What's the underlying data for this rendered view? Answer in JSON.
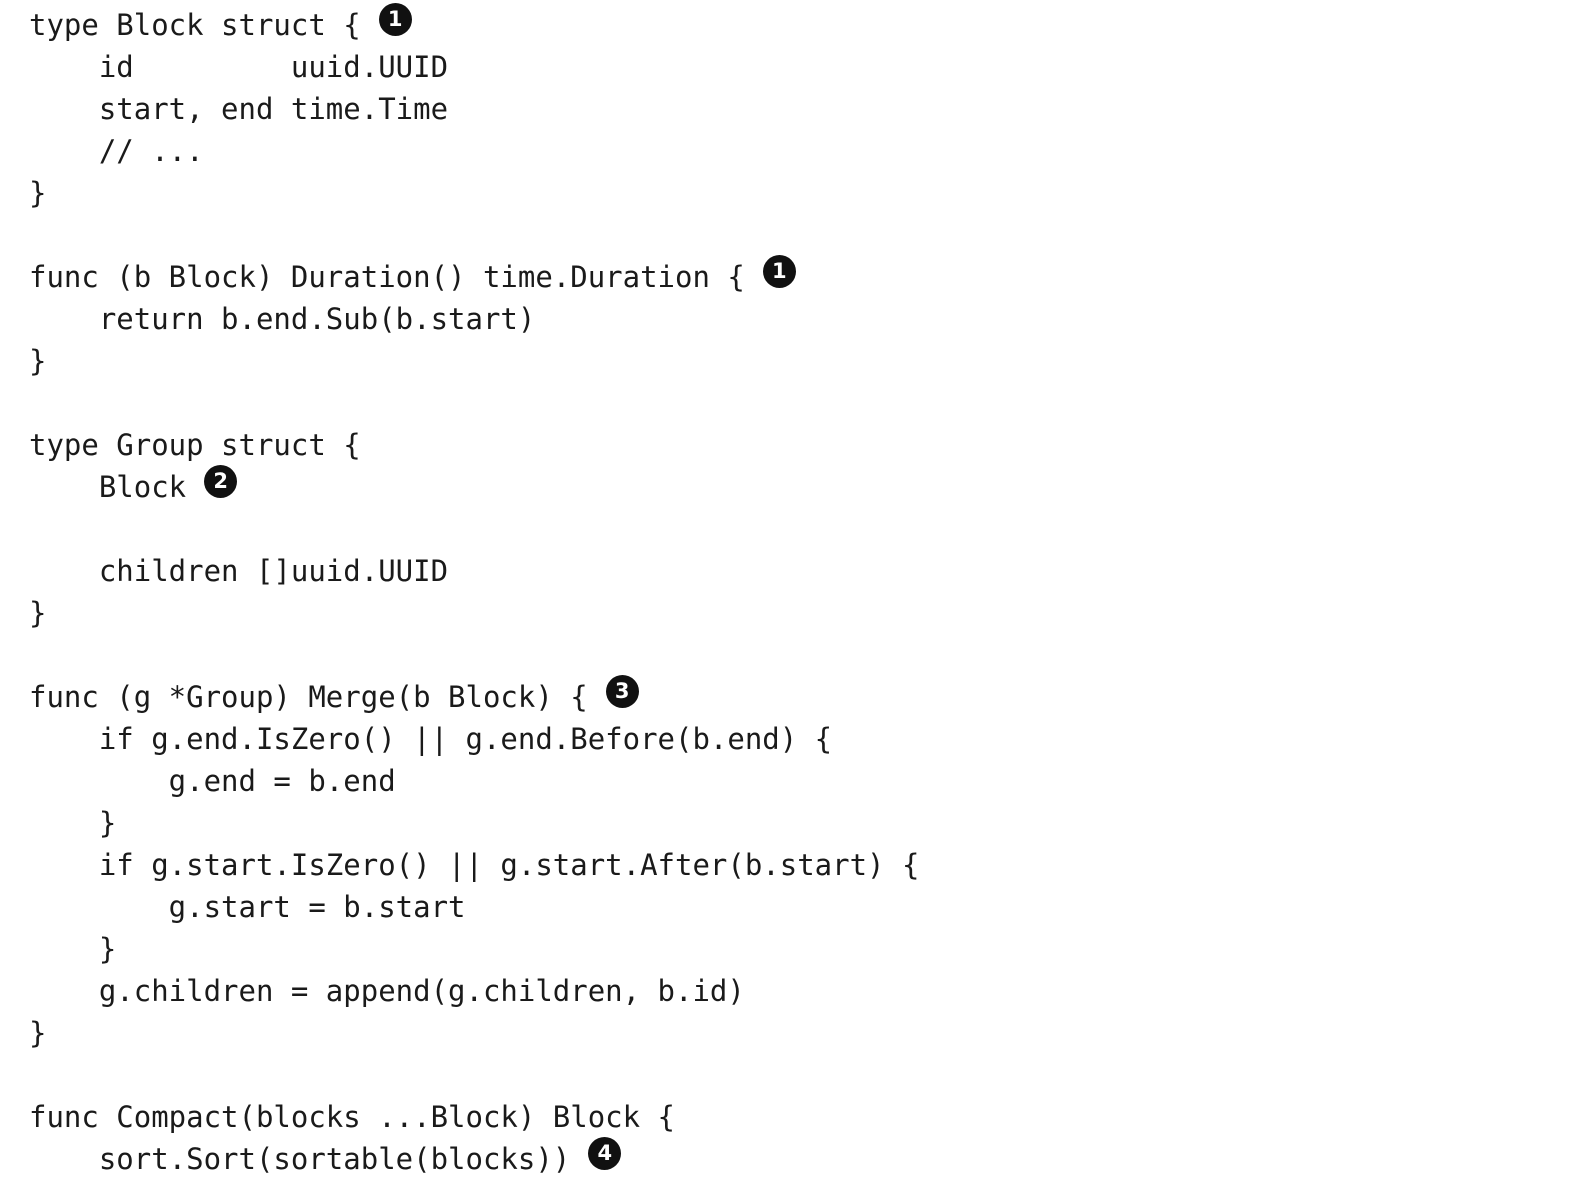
{
  "code": {
    "lines": [
      {
        "text": "type Block struct {",
        "callout": "1"
      },
      {
        "text": "    id         uuid.UUID",
        "callout": ""
      },
      {
        "text": "    start, end time.Time",
        "callout": ""
      },
      {
        "text": "    // ...",
        "callout": ""
      },
      {
        "text": "}",
        "callout": ""
      },
      {
        "text": "",
        "callout": ""
      },
      {
        "text": "func (b Block) Duration() time.Duration {",
        "callout": "1"
      },
      {
        "text": "    return b.end.Sub(b.start)",
        "callout": ""
      },
      {
        "text": "}",
        "callout": ""
      },
      {
        "text": "",
        "callout": ""
      },
      {
        "text": "type Group struct {",
        "callout": ""
      },
      {
        "text": "    Block",
        "callout": "2"
      },
      {
        "text": "",
        "callout": ""
      },
      {
        "text": "    children []uuid.UUID",
        "callout": ""
      },
      {
        "text": "}",
        "callout": ""
      },
      {
        "text": "",
        "callout": ""
      },
      {
        "text": "func (g *Group) Merge(b Block) {",
        "callout": "3"
      },
      {
        "text": "    if g.end.IsZero() || g.end.Before(b.end) {",
        "callout": ""
      },
      {
        "text": "        g.end = b.end",
        "callout": ""
      },
      {
        "text": "    }",
        "callout": ""
      },
      {
        "text": "    if g.start.IsZero() || g.start.After(b.start) {",
        "callout": ""
      },
      {
        "text": "        g.start = b.start",
        "callout": ""
      },
      {
        "text": "    }",
        "callout": ""
      },
      {
        "text": "    g.children = append(g.children, b.id)",
        "callout": ""
      },
      {
        "text": "}",
        "callout": ""
      },
      {
        "text": "",
        "callout": ""
      },
      {
        "text": "func Compact(blocks ...Block) Block {",
        "callout": ""
      },
      {
        "text": "    sort.Sort(sortable(blocks))",
        "callout": "4"
      }
    ]
  }
}
